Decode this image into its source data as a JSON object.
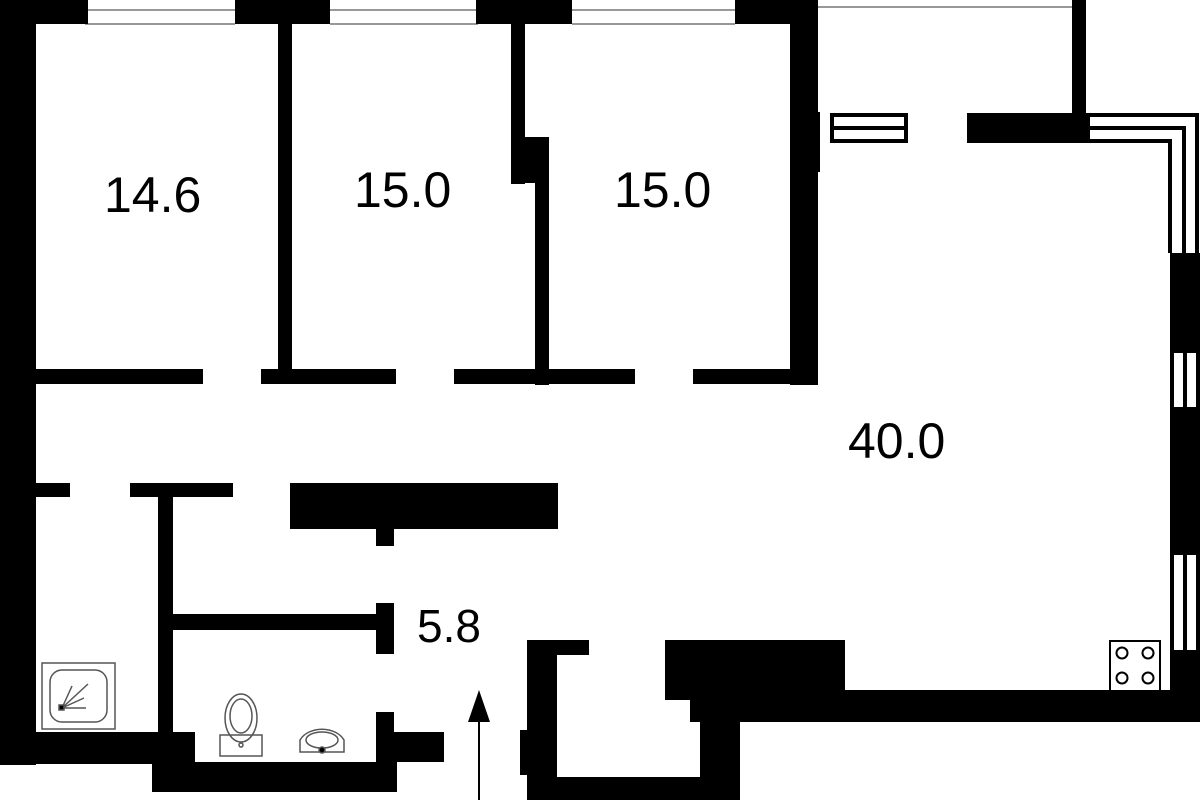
{
  "plan": {
    "type": "apartment floor plan",
    "colors": {
      "wall": "#000000",
      "background": "#ffffff",
      "fixture_stroke": "#555555"
    },
    "rooms": [
      {
        "id": "bedroom-1",
        "area": "14.6"
      },
      {
        "id": "bedroom-2",
        "area": "15.0"
      },
      {
        "id": "bedroom-3",
        "area": "15.0"
      },
      {
        "id": "living-kitchen",
        "area": "40.0"
      },
      {
        "id": "bathroom",
        "area": "5.8"
      }
    ],
    "fixtures": [
      "shower-tray",
      "toilet",
      "washbasin",
      "cooktop-4-burner"
    ],
    "entrance": "entrance-arrow"
  }
}
